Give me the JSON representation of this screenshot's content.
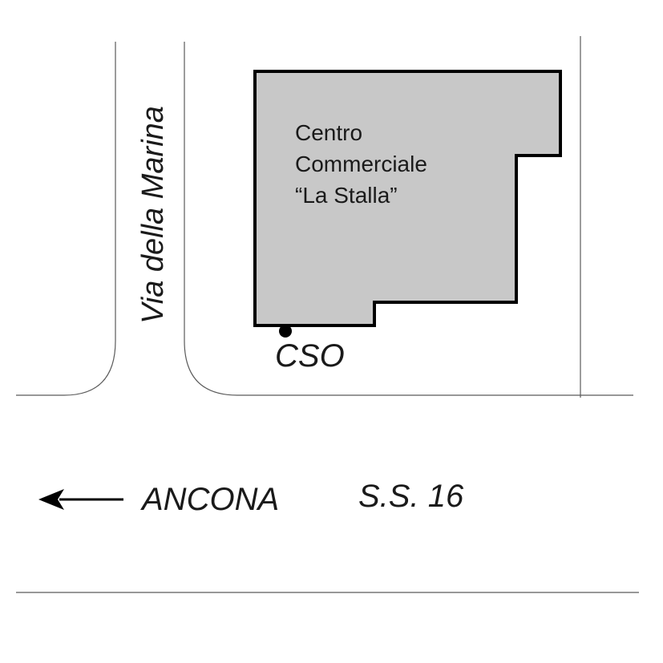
{
  "street_label": "Via della Marina",
  "building": {
    "name_line1": "Centro",
    "name_line2": "Commerciale",
    "name_line3": "“La Stalla”",
    "fill_color": "#c8c8c8",
    "border_color": "#000000"
  },
  "point_marker": {
    "label": "CSO"
  },
  "direction": {
    "label": "ANCONA",
    "arrow": "left-arrow-icon"
  },
  "highway_label": "S.S. 16",
  "colors": {
    "background": "#ffffff",
    "road_lines": "#5a5a5a",
    "text": "#1a1a1a"
  }
}
